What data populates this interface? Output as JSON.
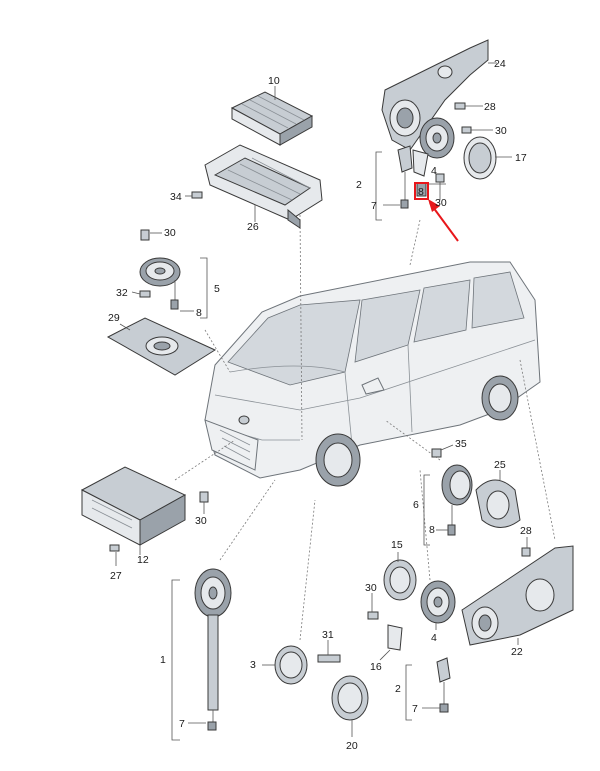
{
  "labels": {
    "l24": "24",
    "l28a": "28",
    "l30a": "30",
    "l17": "17",
    "l2a": "2",
    "l4a": "4",
    "l8a": "8",
    "l7a": "7",
    "l30b": "30",
    "l10": "10",
    "l34": "34",
    "l26": "26",
    "l30c": "30",
    "l32": "32",
    "l5": "5",
    "l8b": "8",
    "l29": "29",
    "l35": "35",
    "l25": "25",
    "l6": "6",
    "l8c": "8",
    "l30d": "30",
    "l12": "12",
    "l27": "27",
    "l28b": "28",
    "l15": "15",
    "l30e": "30",
    "l4b": "4",
    "l22": "22",
    "l16": "16",
    "l2b": "2",
    "l7b": "7",
    "l1": "1",
    "l7c": "7",
    "l3": "3",
    "l31": "31",
    "l20": "20"
  },
  "colors": {
    "highlight": "#e8171b",
    "line": "#3a3a3a",
    "part_fill": "#e6e9ec"
  },
  "icons": {
    "pointer": "red-arrow-icon",
    "highlight": "highlight-box-icon"
  }
}
